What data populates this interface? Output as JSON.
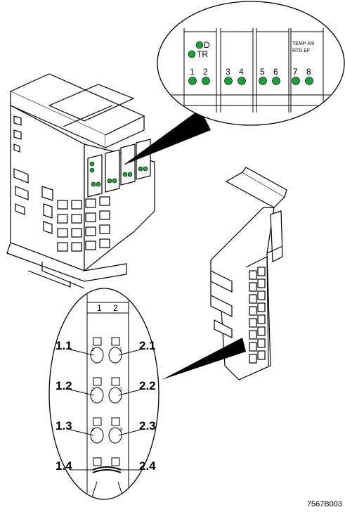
{
  "colors": {
    "led": "#1f9e3a",
    "line": "#000000",
    "fill": "#ffffff",
    "shade": "#d9d9d9"
  },
  "top_callout": {
    "led_labels": [
      "D",
      "TR"
    ],
    "channel_numbers": [
      "1",
      "2",
      "3",
      "4",
      "5",
      "6",
      "7",
      "8"
    ],
    "module_label_line1": "TEMP 4/8",
    "module_label_line2": "RTD EF"
  },
  "bottom_callout": {
    "header_numbers": [
      "1",
      "2"
    ],
    "left_labels": [
      "1.1",
      "1.2",
      "1.3",
      "1.4"
    ],
    "right_labels": [
      "2.1",
      "2.2",
      "2.3",
      "2.4"
    ],
    "left_small": [
      "1",
      "2",
      "3"
    ],
    "right_small": [
      "1",
      "2",
      "3"
    ]
  },
  "figure_code": "7567B003"
}
